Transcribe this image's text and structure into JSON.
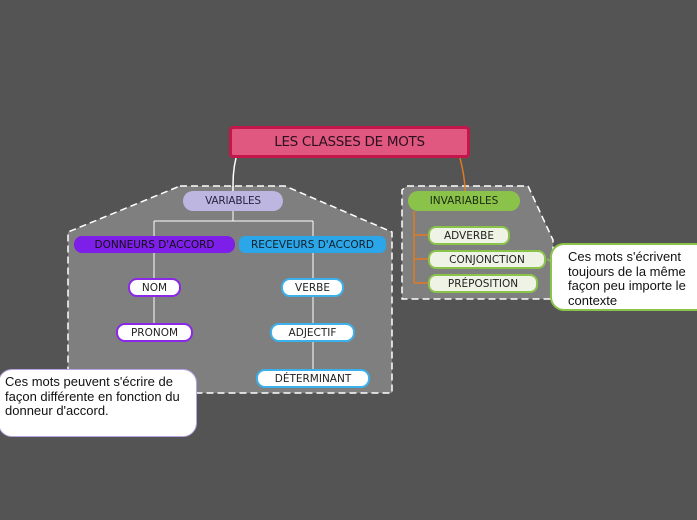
{
  "title": "LES CLASSES DE MOTS",
  "variables": {
    "label": "VARIABLES",
    "donneurs": {
      "label": "DONNEURS D'ACCORD",
      "items": [
        "NOM",
        "PRONOM"
      ]
    },
    "receveurs": {
      "label": "RECEVEURS D'ACCORD",
      "items": [
        "VERBE",
        "ADJECTIF",
        "DÉTERMINANT"
      ]
    },
    "note": "Ces mots peuvent s'écrire de façon différente en fonction du donneur d'accord."
  },
  "invariables": {
    "label": "INVARIABLES",
    "items": [
      "ADVERBE",
      "CONJONCTION",
      "PRÉPOSITION"
    ],
    "note": "Ces mots s'écrivent toujours de la même façon peu importe le contexte"
  },
  "colors": {
    "background": "#545454",
    "title_fill": "#e0577f",
    "title_border": "#c4164a",
    "variables": "#bdb6e0",
    "donneurs": "#7d1fe8",
    "receveurs": "#2ba6e8",
    "invariables": "#8bc34a",
    "connector_invariables": "#e07b20"
  }
}
